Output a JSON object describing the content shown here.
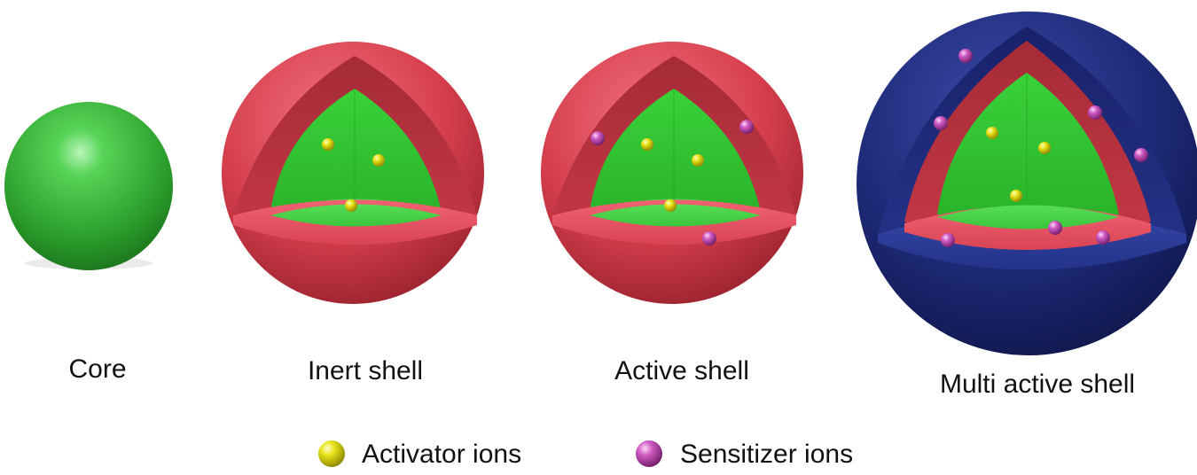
{
  "labels": {
    "core": "Core",
    "inert_shell": "Inert shell",
    "active_shell": "Active shell",
    "multi_active_shell": "Multi active shell"
  },
  "legend": {
    "activator": "Activator ions",
    "sensitizer": "Sensitizer ions"
  },
  "colors": {
    "core_green": "#3fbf3f",
    "inert_shell_red": "#d9404f",
    "outer_shell_navy": "#1e2a78",
    "activator_ion": "#d6d600",
    "sensitizer_ion": "#c04fb6"
  }
}
